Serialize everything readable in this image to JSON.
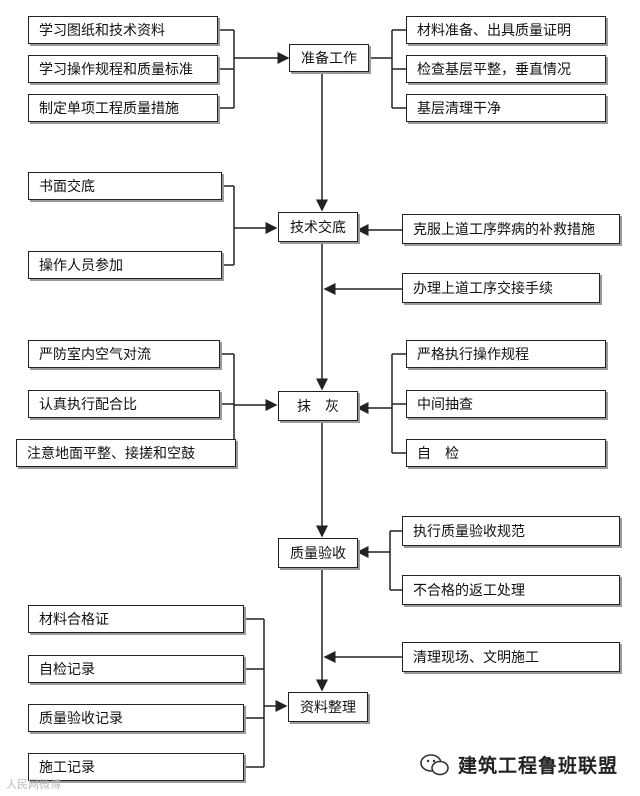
{
  "center": {
    "prep": "准备工作",
    "tech": "技术交底",
    "plaster": "抹　灰",
    "quality": "质量验收",
    "data": "资料整理"
  },
  "left": {
    "prep": [
      "学习图纸和技术资料",
      "学习操作规程和质量标准",
      "制定单项工程质量措施"
    ],
    "tech": [
      "书面交底",
      "操作人员参加"
    ],
    "plaster": [
      "严防室内空气对流",
      "认真执行配合比",
      "注意地面平整、接搓和空鼓"
    ],
    "data": [
      "材料合格证",
      "自检记录",
      "质量验收记录",
      "施工记录"
    ]
  },
  "right": {
    "prep": [
      "材料准备、出具质量证明",
      "检查基层平整，垂直情况",
      "基层清理干净"
    ],
    "tech": [
      "克服上道工序弊病的补救措施"
    ],
    "handover": "办理上道工序交接手续",
    "plaster": [
      "严格执行操作规程",
      "中间抽查",
      "自　检"
    ],
    "quality": [
      "执行质量验收规范",
      "不合格的返工处理"
    ],
    "cleanup": "清理现场、文明施工"
  },
  "watermark": {
    "brand": "建筑工程鲁班联盟",
    "corner": "人民网微博"
  }
}
